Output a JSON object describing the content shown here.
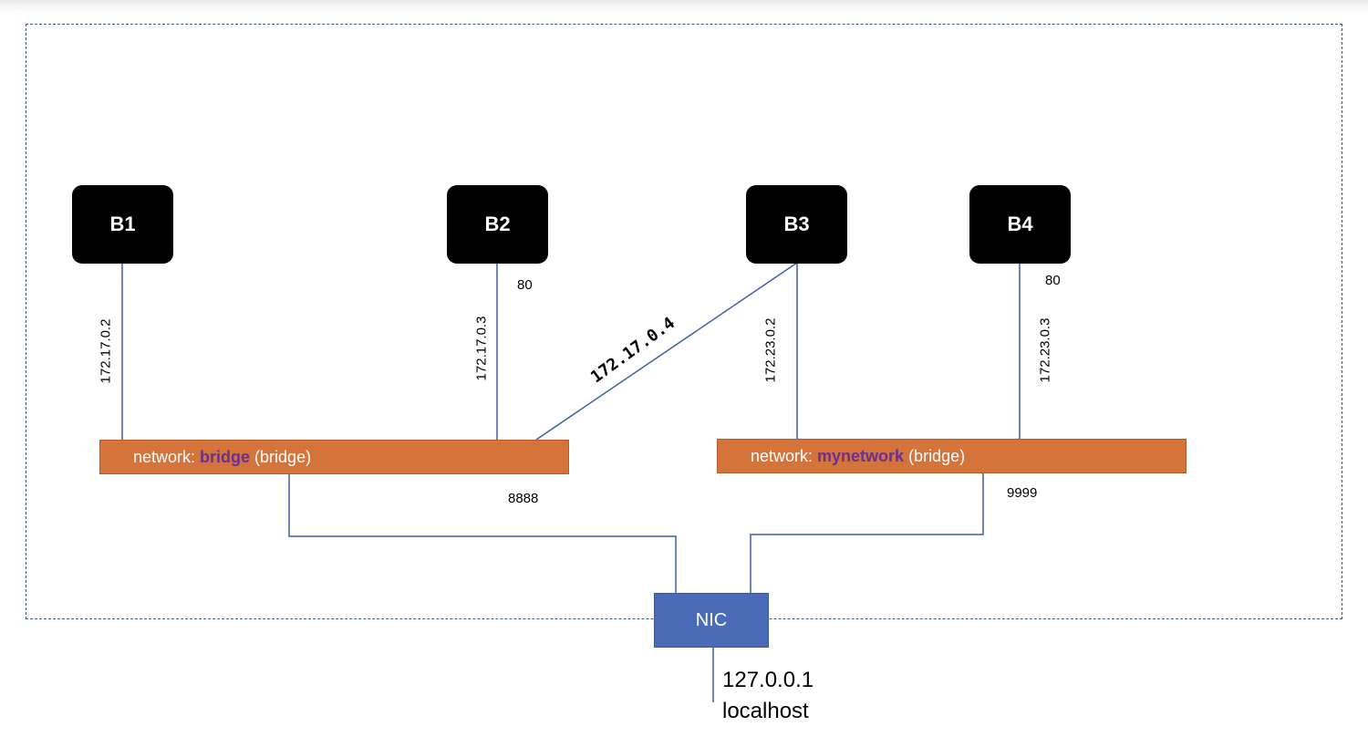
{
  "containers": [
    {
      "name": "B1"
    },
    {
      "name": "B2",
      "port": "80"
    },
    {
      "name": "B3"
    },
    {
      "name": "B4",
      "port": "80"
    }
  ],
  "links": {
    "b1_bridge_ip": "172.17.0.2",
    "b2_bridge_ip": "172.17.0.3",
    "b3_bridge_ip": "172.17.0.4",
    "b3_mynetwork_ip": "172.23.0.2",
    "b4_mynetwork_ip": "172.23.0.3"
  },
  "networks": {
    "bridge": {
      "prefix": "network: ",
      "name": "bridge",
      "driver": " (bridge)",
      "host_port": "8888"
    },
    "mynetwork": {
      "prefix": "network: ",
      "name": "mynetwork",
      "driver": " (bridge)",
      "host_port": "9999"
    }
  },
  "nic": {
    "label": "NIC",
    "ip": "127.0.0.1",
    "hostname": "localhost"
  },
  "colors": {
    "container": "#000000",
    "network_bar": "#d4733a",
    "network_name": "#6a2f8f",
    "nic": "#4a6cb8",
    "link_line": "#3f5ea8",
    "boundary": "#3d5a87"
  }
}
